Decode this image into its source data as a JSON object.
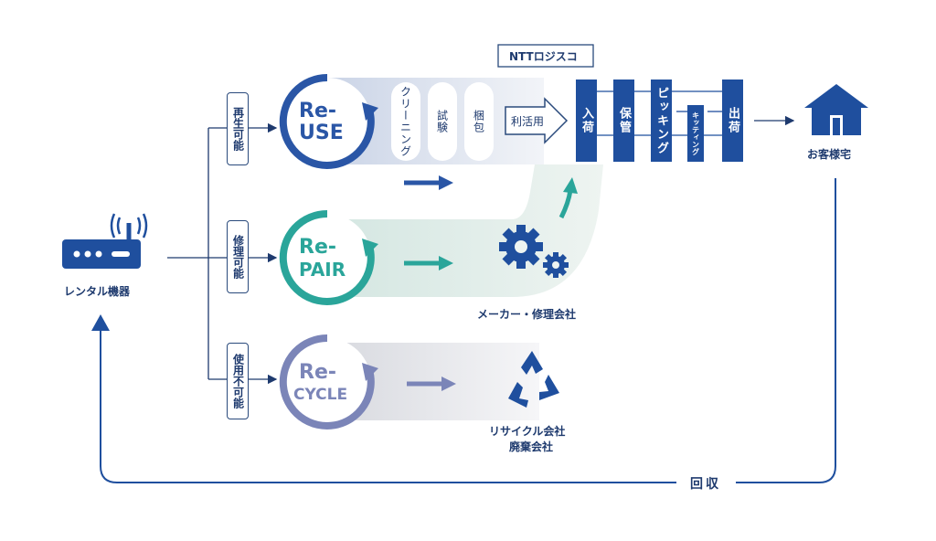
{
  "diagram": {
    "device_label": "レンタル機器",
    "branches": [
      {
        "label": "再生可能",
        "re_line1": "Re-",
        "re_line2": "USE",
        "color": "#2a56a6"
      },
      {
        "label": "修理可能",
        "re_line1": "Re-",
        "re_line2": "PAIR",
        "color": "#2aa59a"
      },
      {
        "label": "使用不可能",
        "re_line1": "Re-",
        "re_line2": "CYCLE",
        "color": "#7b85b8"
      }
    ],
    "reuse_steps": [
      "クリーニング",
      "試験",
      "梱包"
    ],
    "reuse_arrow_label": "利活用",
    "logistics": {
      "title": "NTTロジスコ",
      "steps": [
        "入荷",
        "保管",
        "ピッキング",
        "キッティング",
        "出荷"
      ]
    },
    "customer_label": "お客様宅",
    "repair_company": "メーカー・修理会社",
    "recycle_company_line1": "リサイクル会社",
    "recycle_company_line2": "廃棄会社",
    "return_label": "回収",
    "icons": [
      "router-icon",
      "gear-icon",
      "recycle-icon",
      "house-icon"
    ]
  }
}
